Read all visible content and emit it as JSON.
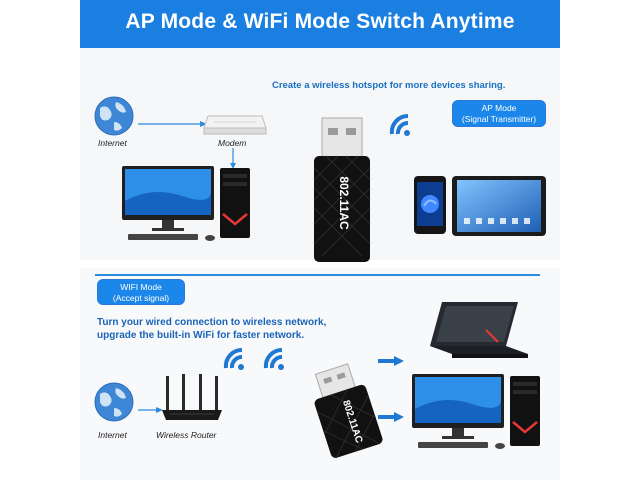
{
  "header": {
    "title": "AP Mode & WiFi Mode Switch Anytime"
  },
  "top": {
    "caption": "Create a wireless hotspot for more devices sharing.",
    "mode_line1": "AP Mode",
    "mode_line2": "(Signal Transmitter)",
    "internet_label": "Internet",
    "modem_label": "Modem",
    "adapter_text": "802.11AC"
  },
  "bottom": {
    "mode_line1": "WIFI Mode",
    "mode_line2": "(Accept signal)",
    "caption_line1": "Turn your wired connection to wireless network,",
    "caption_line2": "upgrade the built-in WiFi for faster network.",
    "internet_label": "Internet",
    "router_label": "Wireless Router",
    "adapter_text": "802.11AC"
  },
  "colors": {
    "accent": "#1a7fe0",
    "caption": "#1a6fc4"
  }
}
